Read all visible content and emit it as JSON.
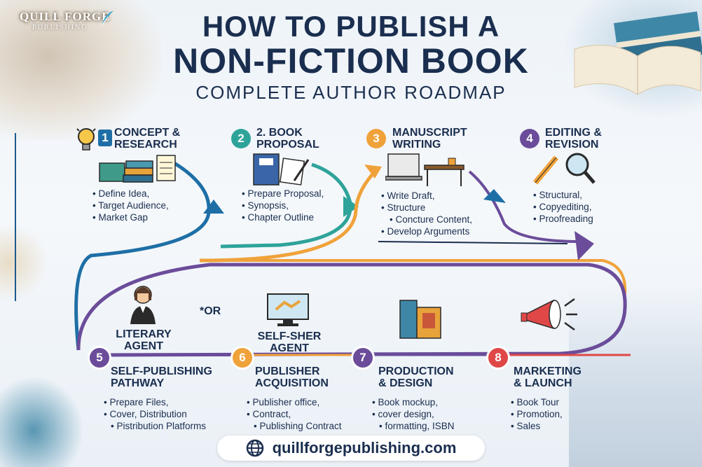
{
  "brand": {
    "name": "QUILL FORGE",
    "sub": "PUBLISHING"
  },
  "title": {
    "line1": "HOW TO PUBLISH A",
    "line2": "NON-FICTION BOOK",
    "subtitle": "COMPLETE AUTHOR ROADMAP"
  },
  "colors": {
    "navy": "#1a2e4f",
    "teal": "#2ea39a",
    "orange": "#f0a23a",
    "purple": "#6b4c9a",
    "red": "#e04848",
    "blue": "#1e6fa6"
  },
  "steps": [
    {
      "num": "1",
      "title1": "CONCEPT &",
      "title2": "RESEARCH",
      "icon": "lightbulb-icon",
      "items": [
        "Define Idea,",
        "Target Audience,",
        "Market Gap"
      ]
    },
    {
      "num": "2",
      "title1": "2. BOOK",
      "title2": "PROPOSAL",
      "icon": "binder-icon",
      "items": [
        "Prepare Proposal,",
        "Synopsis,",
        "Chapter Outline"
      ]
    },
    {
      "num": "3",
      "title1": "MANUSCRIPT",
      "title2": "WRITING",
      "icon": "laptop-icon",
      "items": [
        "Write Draft,",
        "Structure",
        "Concture Content,",
        "Develop Arguments"
      ]
    },
    {
      "num": "4",
      "title1": "EDITING &",
      "title2": "REVISION",
      "icon": "pencil-magnifier-icon",
      "items": [
        "Structural,",
        "Copyediting,",
        "Proofreading"
      ]
    },
    {
      "num": "5",
      "title1": "SELF-PUBLISHING",
      "title2": "PATHWAY",
      "icon": "person-icon",
      "items": [
        "Prepare Files,",
        "Cover, Distribution",
        "Pistribution Platforms"
      ]
    },
    {
      "num": "6",
      "title1": "PUBLISHER",
      "title2": "ACQUISITION",
      "icon": "handshake-monitor-icon",
      "items": [
        "Publisher office,",
        "Contract,",
        "Publishing Contract"
      ]
    },
    {
      "num": "7",
      "title1": "PRODUCTION",
      "title2": "& DESIGN",
      "icon": "books-icon",
      "items": [
        "Book mockup,",
        "cover design,",
        "formatting, ISBN"
      ]
    },
    {
      "num": "8",
      "title1": "MARKETING",
      "title2": "& LAUNCH",
      "icon": "megaphone-icon",
      "items": [
        "Book Tour",
        "Promotion,",
        "Sales"
      ]
    }
  ],
  "agents": {
    "literary1": "LITERARY",
    "literary2": "AGENT",
    "or": "*OR",
    "self1": "SELF-SHER",
    "self2": "AGENT"
  },
  "footer": {
    "url": "quillforgepublishing.com",
    "icon": "globe-icon"
  }
}
